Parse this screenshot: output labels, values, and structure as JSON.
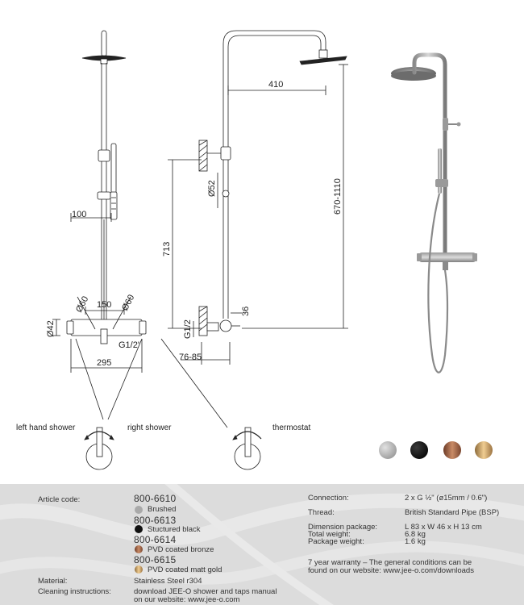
{
  "dimensions": {
    "d100": "100",
    "d150": "150",
    "d60a": "Ø60",
    "d60b": "Ø60",
    "d42": "Ø42",
    "g12": "G1/2'",
    "d295": "295",
    "d410": "410",
    "d52": "Ø52",
    "d713": "713",
    "d670": "670-1110",
    "d36": "36",
    "g12b": "G1/2",
    "d7685": "76-85"
  },
  "handles": {
    "left_hand_shower": "left hand shower",
    "right_shower": "right shower",
    "thermostat": "thermostat"
  },
  "swatches": [
    {
      "name": "brushed",
      "color": "#b9babb"
    },
    {
      "name": "black",
      "color": "#151515"
    },
    {
      "name": "bronze",
      "color": "#9a5a3c"
    },
    {
      "name": "gold",
      "color": "#c99a5a"
    }
  ],
  "specs": {
    "article_code_label": "Article code:",
    "variants": [
      {
        "code": "800-6610",
        "finish": "Brushed",
        "color": "#a9a9a9"
      },
      {
        "code": "800-6613",
        "finish": "Stuctured black",
        "color": "#111111"
      },
      {
        "code": "800-6614",
        "finish": "PVD coated bronze",
        "color": "#8a4a33"
      },
      {
        "code": "800-6615",
        "finish": "PVD coated matt gold",
        "color": "#b88a48"
      }
    ],
    "material_label": "Material:",
    "material_value": "Stainless Steel r304",
    "cleaning_label": "Cleaning instructions:",
    "cleaning_line1": "download JEE-O shower and taps manual",
    "cleaning_line2": "on our website: www.jee-o.com",
    "connection_label": "Connection:",
    "connection_value": "2 x G ½\" (ø15mm / 0.6\")",
    "thread_label": "Thread:",
    "thread_value": "British Standard Pipe (BSP)",
    "dimension_package_label": "Dimension package:",
    "dimension_package_value": "L 83 x W 46 x H 13 cm",
    "total_weight_label": "Total weight:",
    "total_weight_value": "6.8 kg",
    "package_weight_label": "Package weight:",
    "package_weight_value": "1.6 kg",
    "warranty_line1": "7 year warranty – The general conditions can be",
    "warranty_line2": "found on our website: www.jee-o.com/downloads"
  }
}
